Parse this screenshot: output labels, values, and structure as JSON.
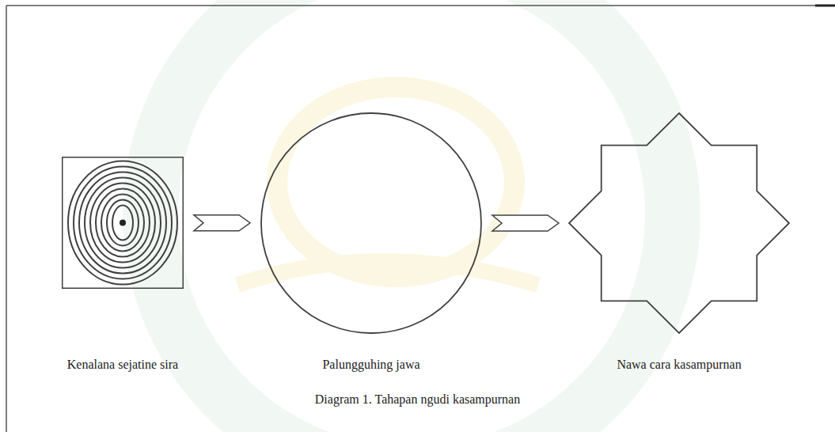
{
  "diagram": {
    "caption": "Diagram 1. Tahapan ngudi kasampurnan",
    "nodes": [
      {
        "text": [
          "Kenalana sejatine sira"
        ]
      },
      {
        "text": [
          "Palungguhing jawa"
        ]
      },
      {
        "text": [
          "Nawa cara kasampurnan"
        ]
      }
    ],
    "edges": [
      {
        "from": 0,
        "to": 1,
        "arrow": "to"
      },
      {
        "from": 1,
        "to": 2,
        "arrow": "to"
      }
    ]
  }
}
